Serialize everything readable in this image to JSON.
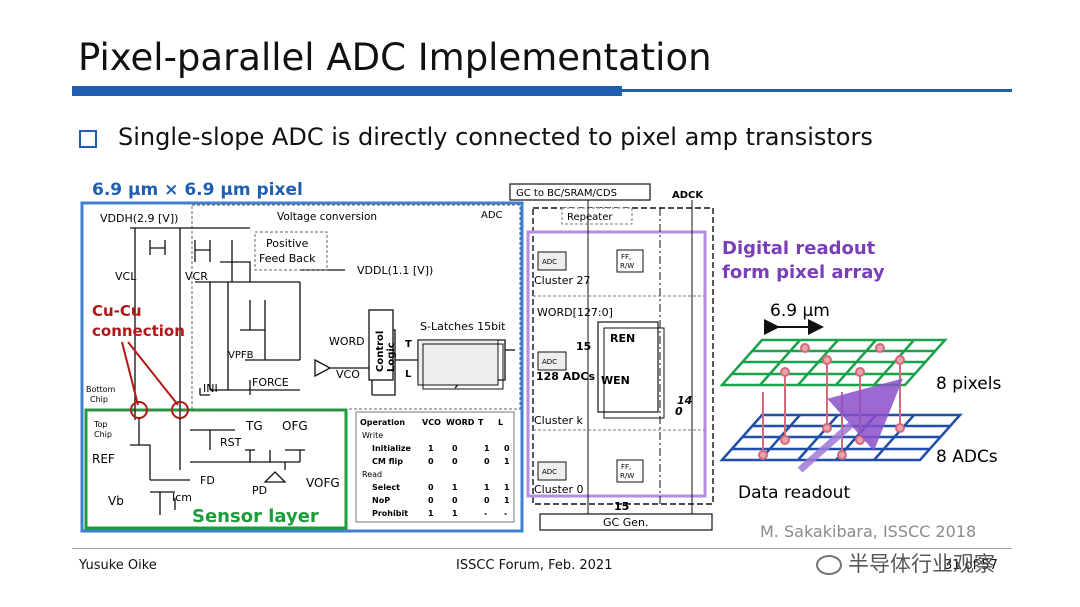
{
  "slide": {
    "title": "Pixel-parallel ADC Implementation",
    "bullet": "Single-slope ADC is directly connected to pixel amp transistors",
    "citation": "M. Sakakibara, ISSCC 2018"
  },
  "footer": {
    "author": "Yusuke Oike",
    "venue": "ISSCC Forum, Feb. 2021",
    "page": "31 of 57",
    "watermark": "半导体行业观察"
  },
  "circuit": {
    "pixel_size": "6.9 µm × 6.9 µm pixel",
    "adc_label": "ADC",
    "vddh": "VDDH(2.9 [V])",
    "voltage_conversion": "Voltage conversion",
    "positive_feedback": "Positive\nFeed Back",
    "vddl": "VDDL(1.1 [V])",
    "vcl": "VCL",
    "vcr": "VCR",
    "cu_cu": "Cu-Cu\nconnection",
    "vpfb": "VPFB",
    "word": "WORD",
    "vco": "VCO",
    "control_logic": "Control\nLogic",
    "s_latches": "S-Latches 15bit",
    "ini": "INI",
    "force": "FORCE",
    "bottom_chip": "Bottom\nChip",
    "top_chip": "Top\nChip",
    "tg": "TG",
    "ofg": "OFG",
    "rst": "RST",
    "ref": "REF",
    "fd": "FD",
    "pd": "PD",
    "vofg": "VOFG",
    "vb": "Vb",
    "icm": "Icm",
    "sensor_layer": "Sensor layer",
    "t": "T",
    "l": "L"
  },
  "op_table": {
    "headers": [
      "Operation",
      "VCO",
      "WORD",
      "T",
      "L"
    ],
    "rows": [
      [
        "Write",
        "",
        "",
        "",
        ""
      ],
      [
        "Initialize",
        "1",
        "0",
        "1",
        "0"
      ],
      [
        "CM flip",
        "0",
        "0",
        "0",
        "1"
      ],
      [
        "Read",
        "",
        "",
        "",
        ""
      ],
      [
        "Select",
        "0",
        "1",
        "1",
        "1"
      ],
      [
        "NoP",
        "0",
        "0",
        "0",
        "1"
      ],
      [
        "Prohibit",
        "1",
        "1",
        "-",
        "-"
      ]
    ]
  },
  "readout": {
    "gc_top": "GC to BC/SRAM/CDS",
    "adck": "ADCK",
    "repeater": "Repeater",
    "cluster27": "Cluster 27",
    "word127": "WORD[127:0]",
    "n15": "15",
    "adc128": "128 ADCs",
    "ren": "REN",
    "wen": "WEN",
    "n14": "14",
    "n0": "0",
    "cluster_k": "Cluster k",
    "cluster0": "Cluster 0",
    "n15b": "15",
    "gc_gen": "GC Gen.",
    "adc_small": "ADC",
    "ff": "FF,\nR/W"
  },
  "array": {
    "digital_readout": "Digital readout\nform pixel array",
    "pitch": "6.9 µm",
    "pixels": "8 pixels",
    "adcs": "8 ADCs",
    "data_readout": "Data readout"
  },
  "colors": {
    "accent": "#1f5fb0",
    "cu_red": "#b01818",
    "sensor_green": "#1b9e3a",
    "purple": "#7a3fb8",
    "array_green": "#1aa14a",
    "array_blue": "#1f4fa8"
  }
}
